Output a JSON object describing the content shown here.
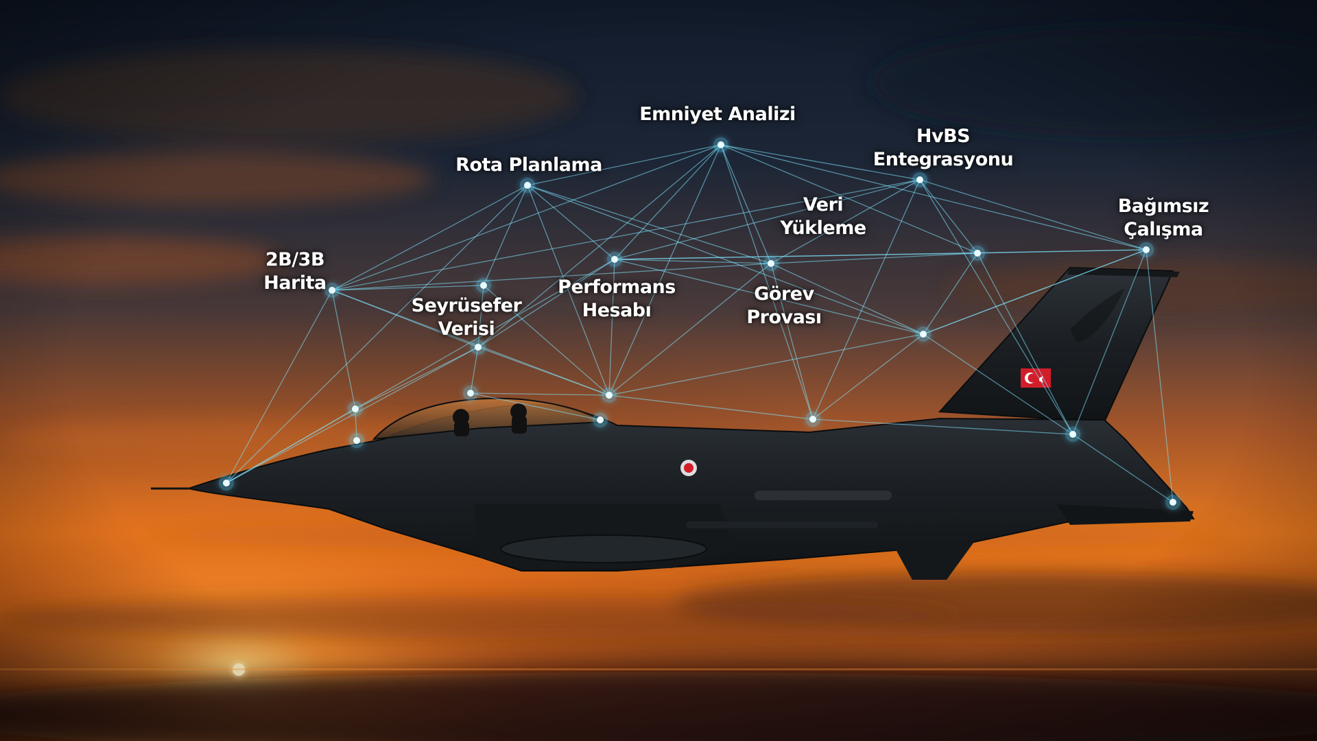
{
  "colors": {
    "network_line": "#7fe6ff",
    "node_glow": "#5fd8ff",
    "sun": "#ffd27a",
    "sky_top": "#0f1a2a",
    "sky_horizon": "#f08a2c",
    "aircraft": "#1c2024",
    "flag_red": "#d21e2a"
  },
  "icons": {
    "aircraft": "fighter-jet-silhouette",
    "flag": "turkish-flag",
    "roundel": "turkish-air-force-roundel",
    "tail_emblem": "eagle-emblem"
  },
  "labels": {
    "emniyet": {
      "line1": "Emniyet Analizi"
    },
    "rota": {
      "line1": "Rota Planlama"
    },
    "hvbs": {
      "line1": "HvBS",
      "line2": "Entegrasyonu"
    },
    "veri_yukleme": {
      "line1": "Veri",
      "line2": "Yükleme"
    },
    "bagimsiz": {
      "line1": "Bağımsız",
      "line2": "Çalışma"
    },
    "harita": {
      "line1": "2B/3B",
      "line2": "Harita"
    },
    "seyrusefer": {
      "line1": "Seyrüsefer",
      "line2": "Verisi"
    },
    "performans": {
      "line1": "Performans",
      "line2": "Hesabı"
    },
    "gorev": {
      "line1": "Görev",
      "line2": "Provası"
    }
  }
}
